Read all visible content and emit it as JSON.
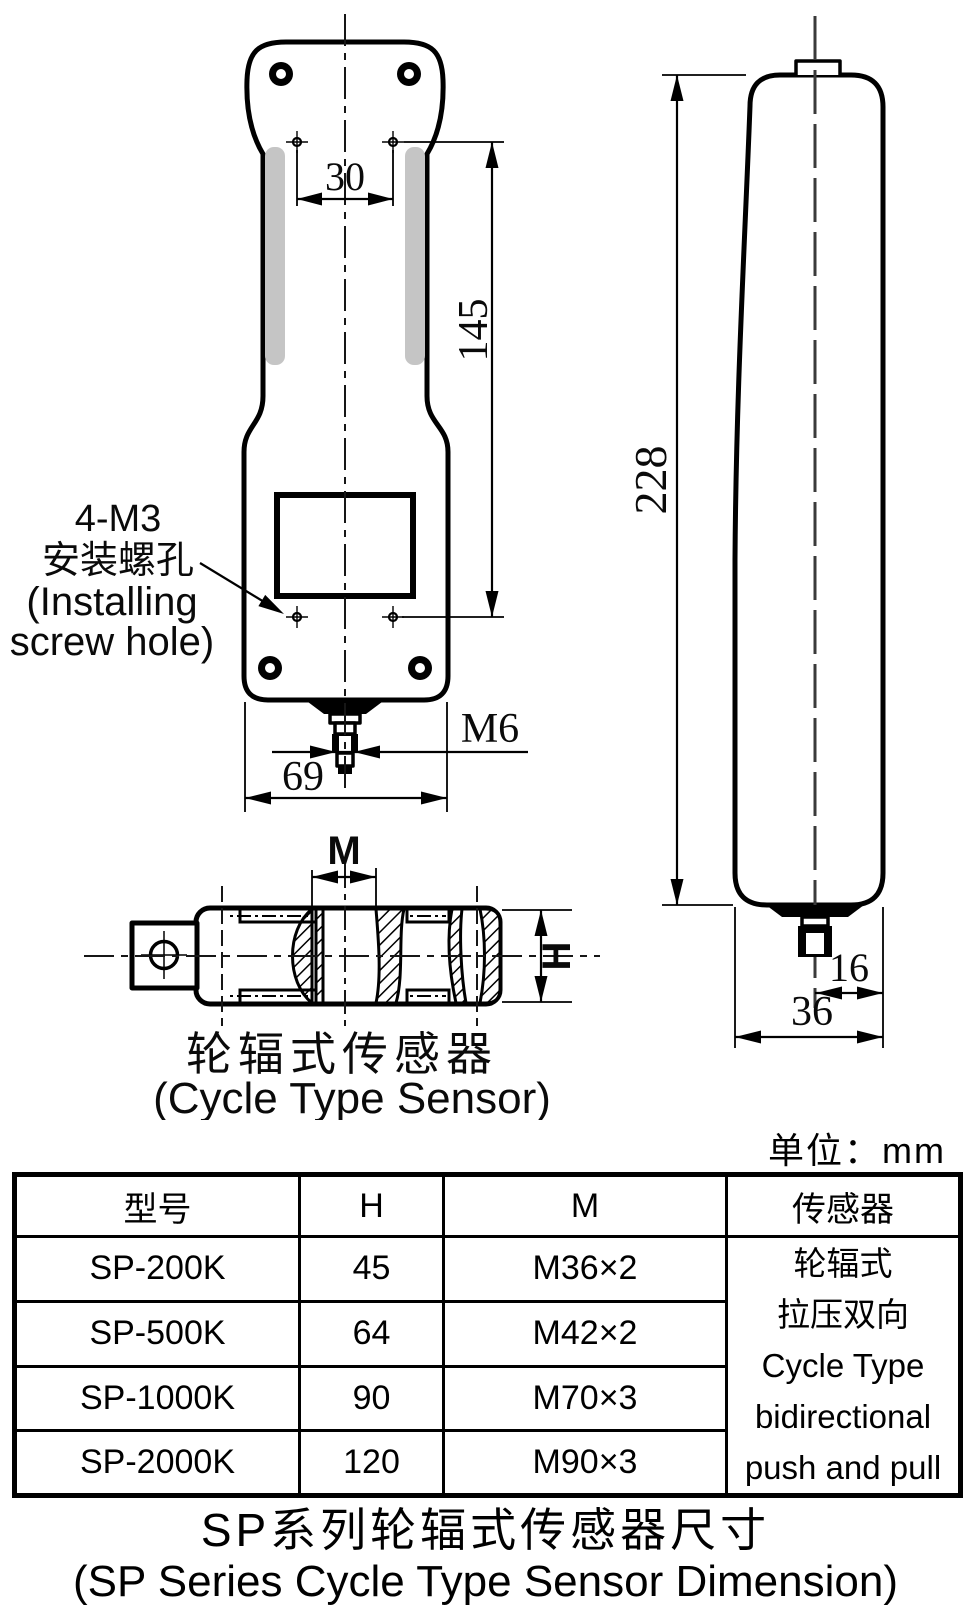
{
  "unit_label": "单位：mm",
  "front_view": {
    "dim_hole_spacing": "30",
    "dim_height": "145",
    "dim_width": "69",
    "dim_thread": "M6",
    "note_line1": "4-M3",
    "note_line2": "安装螺孔",
    "note_line3": "(Installing",
    "note_line4": "screw hole)"
  },
  "side_view": {
    "dim_height": "228",
    "dim_connector_offset": "16",
    "dim_depth": "36"
  },
  "sensor_view": {
    "dim_m": "M",
    "dim_h": "H",
    "caption_cn": "轮辐式传感器",
    "caption_en": "(Cycle Type Sensor)"
  },
  "table": {
    "headers": [
      "型号",
      "H",
      "M",
      "传感器"
    ],
    "rows": [
      {
        "model": "SP-200K",
        "h": "45",
        "m": "M36×2"
      },
      {
        "model": "SP-500K",
        "h": "64",
        "m": "M42×2"
      },
      {
        "model": "SP-1000K",
        "h": "90",
        "m": "M70×3"
      },
      {
        "model": "SP-2000K",
        "h": "120",
        "m": "M90×3"
      }
    ],
    "sensor_cell": [
      "轮辐式",
      "拉压双向",
      "Cycle Type",
      "bidirectional",
      "push and pull"
    ]
  },
  "footer": {
    "title_cn": "SP系列轮辐式传感器尺寸",
    "title_en": "(SP Series Cycle Type Sensor Dimension)"
  }
}
